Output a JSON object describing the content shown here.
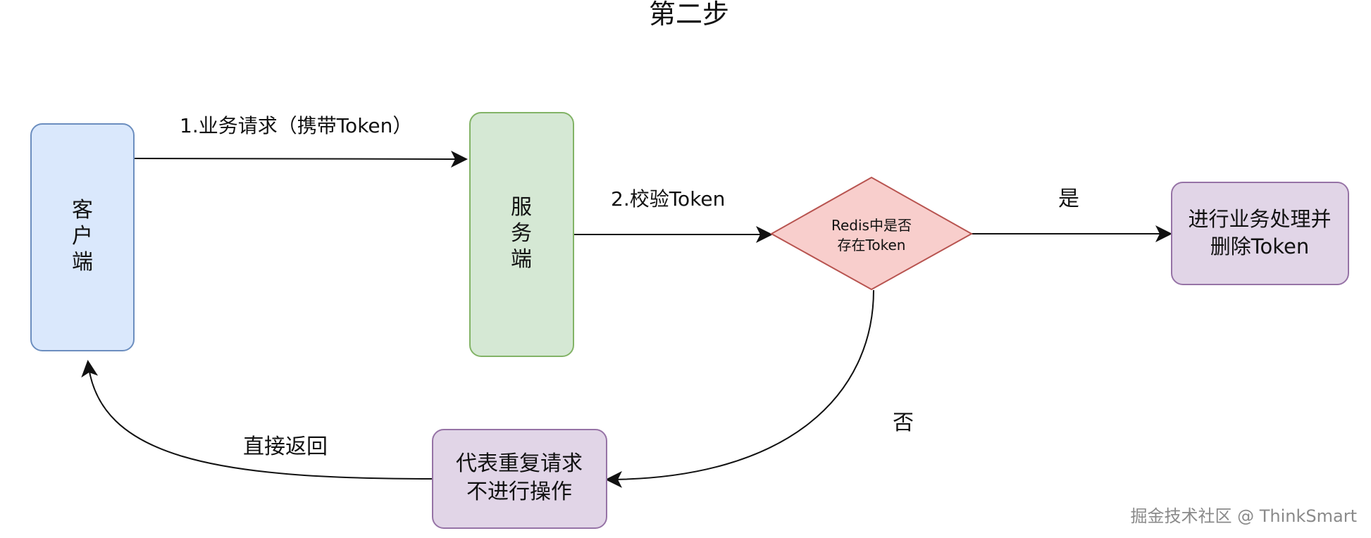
{
  "title": "第二步",
  "nodes": {
    "client": {
      "label_lines": [
        "客",
        "户",
        "端"
      ],
      "fill": "#dae8fc",
      "stroke": "#6c8ebf"
    },
    "server": {
      "label_lines": [
        "服",
        "务",
        "端"
      ],
      "fill": "#d5e8d4",
      "stroke": "#82b366"
    },
    "redis_check": {
      "label_lines": [
        "Redis中是否",
        "存在Token"
      ],
      "fill": "#f8cecc",
      "stroke": "#b85450"
    },
    "process": {
      "label_lines": [
        "进行业务处理并",
        "删除Token"
      ],
      "fill": "#e1d5e7",
      "stroke": "#9673a6"
    },
    "duplicate": {
      "label_lines": [
        "代表重复请求",
        "不进行操作"
      ],
      "fill": "#e1d5e7",
      "stroke": "#9673a6"
    }
  },
  "edges": {
    "request": {
      "label": "1.业务请求（携带Token）"
    },
    "verify": {
      "label": "2.校验Token"
    },
    "yes": {
      "label": "是"
    },
    "no": {
      "label": "否"
    },
    "return": {
      "label": "直接返回"
    }
  },
  "watermark": "掘金技术社区 @ ThinkSmart",
  "colors": {
    "line": "#111111",
    "watermark": "#8a8a8a"
  }
}
